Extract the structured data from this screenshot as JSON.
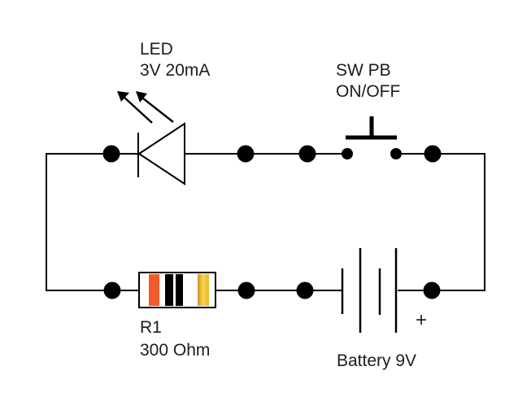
{
  "diagram": {
    "type": "circuit-schematic",
    "background": "#ffffff",
    "colors": {
      "wire": "#000000",
      "junction": "#000000",
      "text": "#1c1c1c",
      "resistor_body": "#ffffff",
      "band_orange": "#f15b2b",
      "band_black": "#000000",
      "band_gold_dark": "#cf9226",
      "band_gold_light": "#f7d74a",
      "band_gold_mid": "#e8b535"
    },
    "components": {
      "led": {
        "name": "LED",
        "spec": "3V 20mA"
      },
      "switch": {
        "name": "SW PB",
        "spec": "ON/OFF"
      },
      "resistor": {
        "name": "R1",
        "spec": "300 Ohm",
        "bands": [
          "orange",
          "black",
          "black",
          "gold"
        ]
      },
      "battery": {
        "name": "Battery 9V",
        "polarity": "+"
      }
    }
  }
}
